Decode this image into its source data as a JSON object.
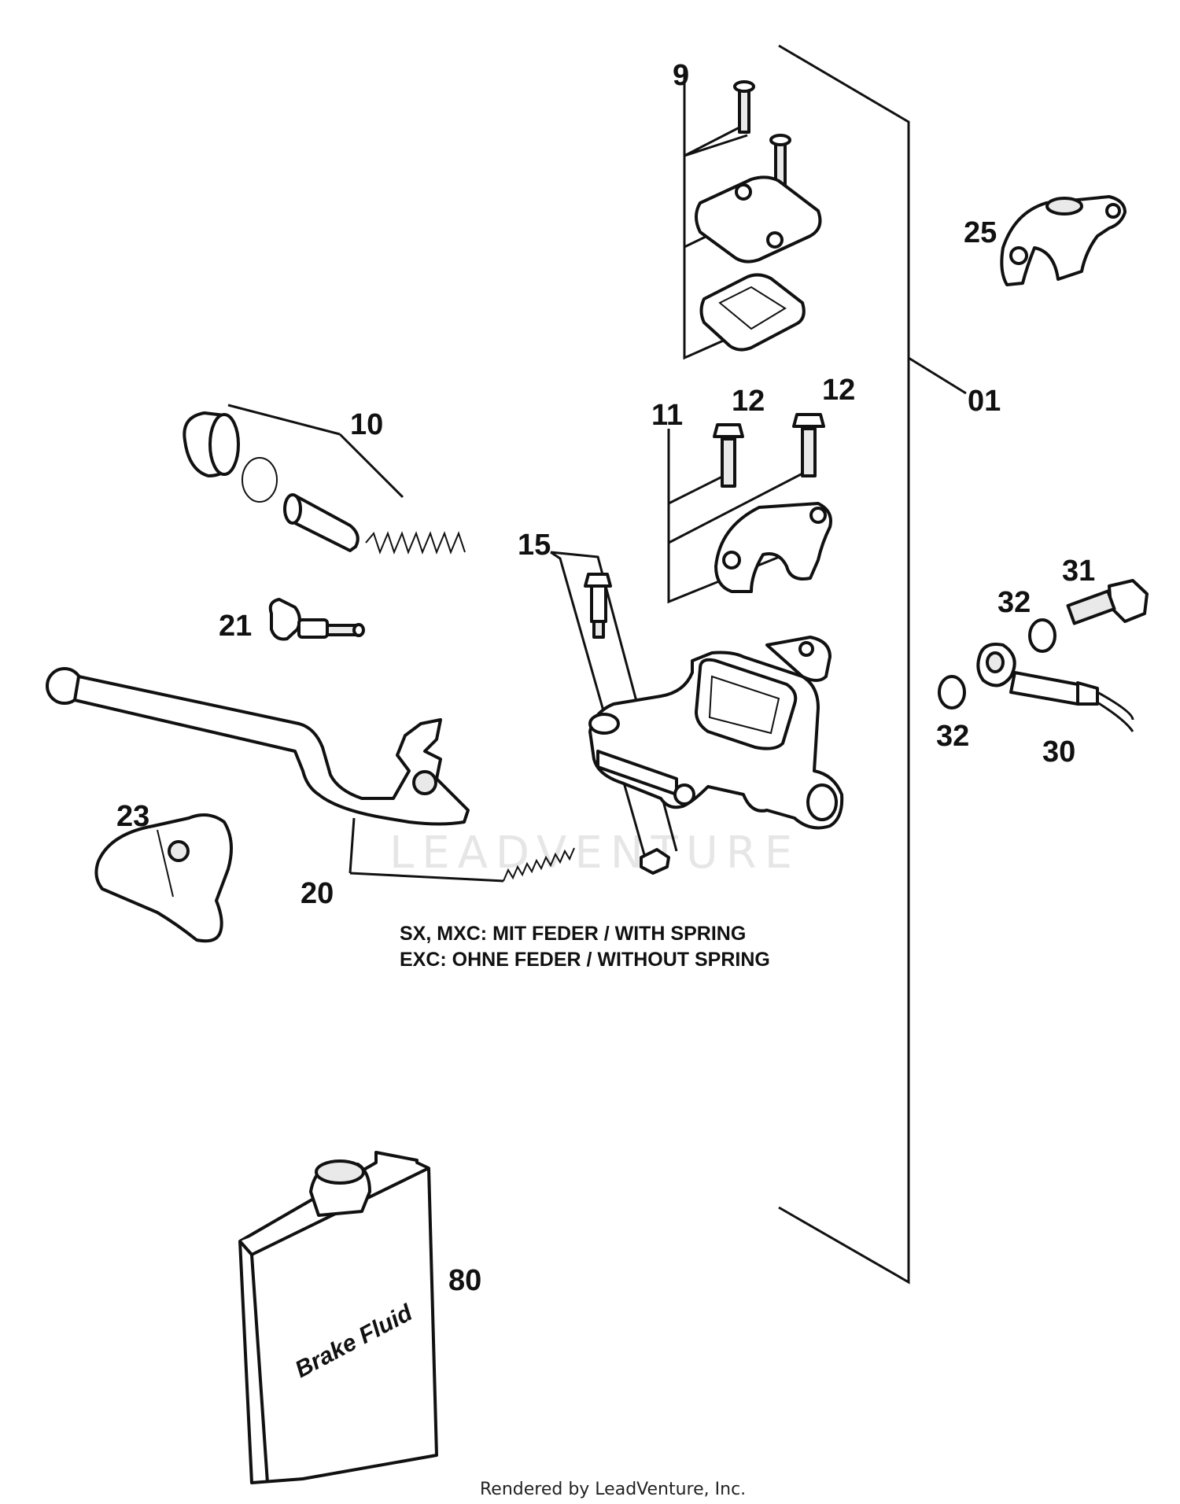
{
  "callouts": {
    "c01": "01",
    "c9": "9",
    "c10": "10",
    "c11": "11",
    "c12a": "12",
    "c12b": "12",
    "c15": "15",
    "c20": "20",
    "c21": "21",
    "c23": "23",
    "c25": "25",
    "c30": "30",
    "c31": "31",
    "c32a": "32",
    "c32b": "32",
    "c80": "80"
  },
  "notes": {
    "line1": "SX, MXC: MIT FEDER / WITH SPRING",
    "line2": "EXC: OHNE FEDER / WITHOUT SPRING"
  },
  "container_label": "Brake Fluid",
  "watermark": "LEADVENTURE",
  "footer": "Rendered by LeadVenture, Inc."
}
